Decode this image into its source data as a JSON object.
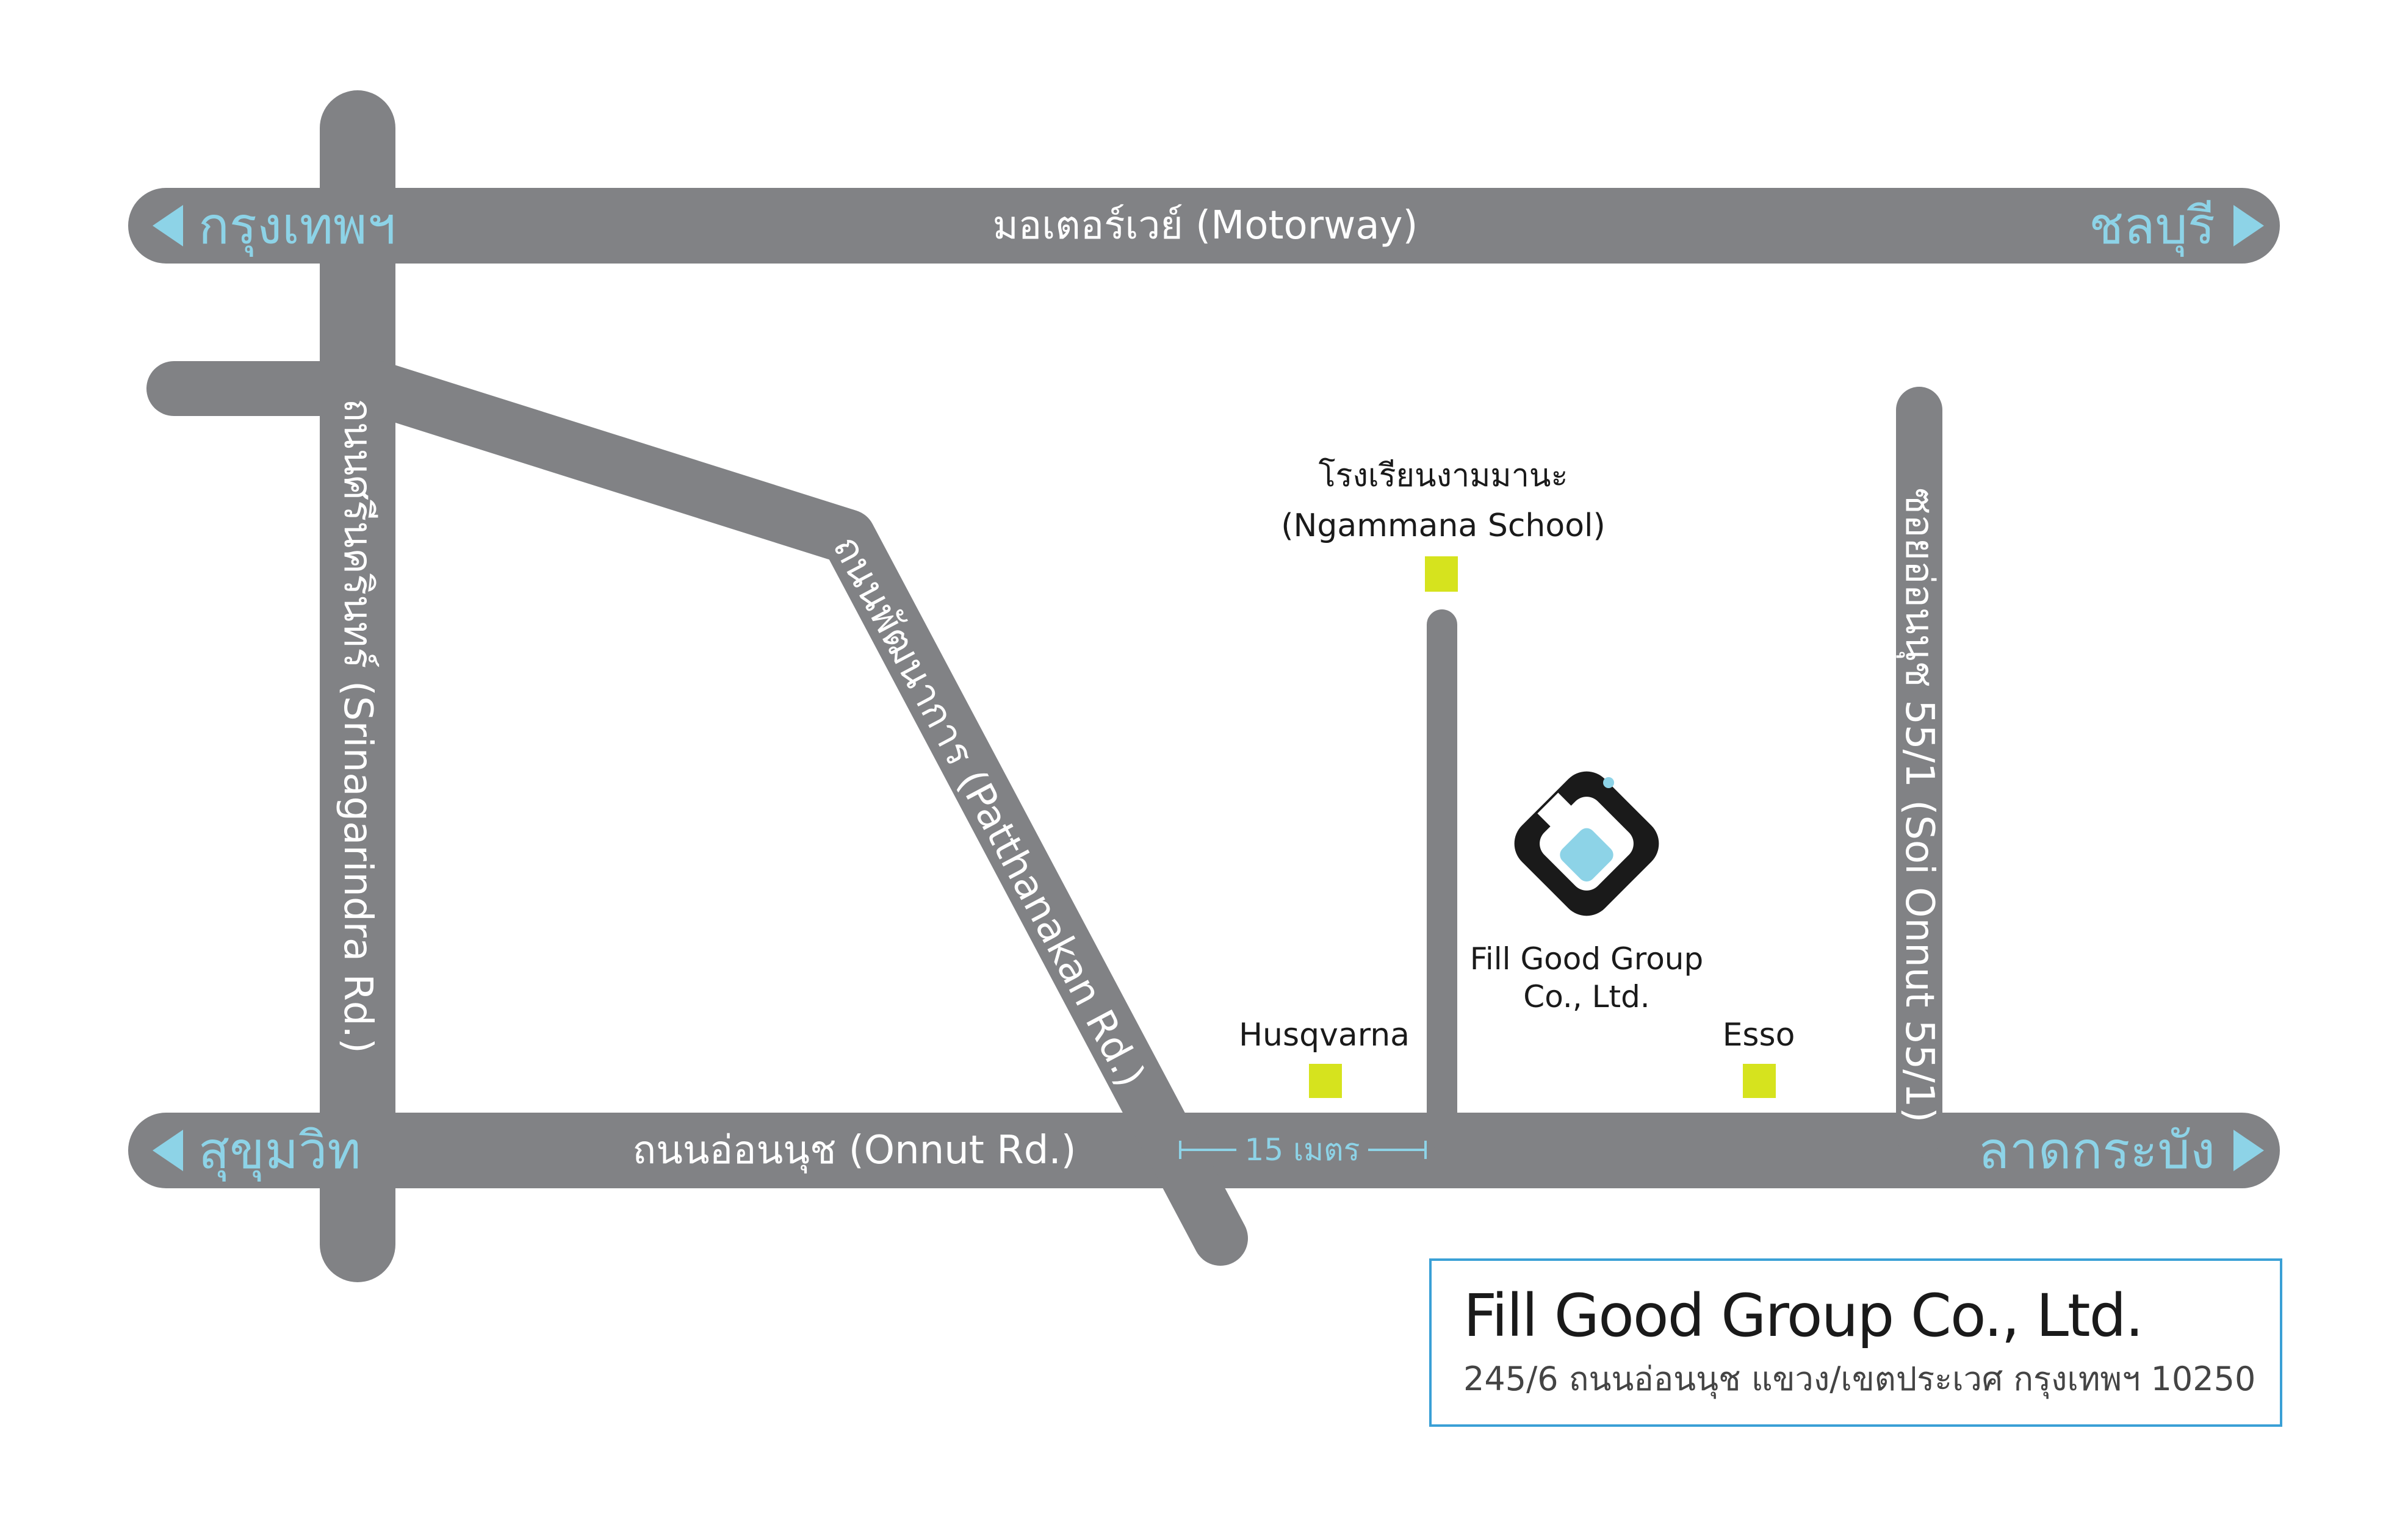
{
  "colors": {
    "road": "#818285",
    "accent": "#8dd3e7",
    "marker": "#d6e31e",
    "border": "#3aa0d6",
    "logo_dark": "#1a1a1a"
  },
  "roads": {
    "motorway": "มอเตอร์เวย์ (Motorway)",
    "onnut": "ถนนอ่อนนุช (Onnut Rd.)",
    "srinagarindra": "ถนนศรีนครินทร์ (Srinagarindra Rd.)",
    "patthanakan": "ถนนพัฒนาการ (Patthanakan Rd.)",
    "soi_onnut": "ซอยอ่อนนุช 55/1 (Soi Onnut 55/1)"
  },
  "directions": {
    "motorway_west": "กรุงเทพฯ",
    "motorway_east": "ชลบุรี",
    "onnut_west": "สุขุมวิท",
    "onnut_east": "ลาดกระบัง",
    "icon_left": "arrow-left-icon",
    "icon_right": "arrow-right-icon"
  },
  "landmarks": {
    "school_th": "โรงเรียนงามมานะ",
    "school_en": "(Ngammana School)",
    "husqvarna": "Husqvarna",
    "esso": "Esso"
  },
  "distance": "15 เมตร",
  "company_marker": {
    "line1": "Fill Good Group",
    "line2": "Co., Ltd.",
    "icon": "fill-good-logo-icon"
  },
  "address": {
    "name": "Fill Good Group Co., Ltd.",
    "line": "245/6 ถนนอ่อนนุช แขวง/เขตประเวศ กรุงเทพฯ 10250"
  }
}
